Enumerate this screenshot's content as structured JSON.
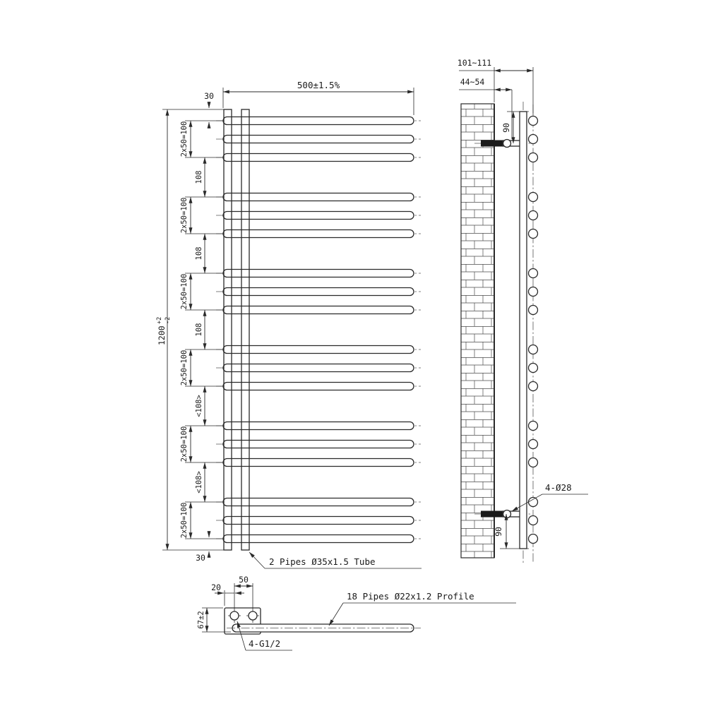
{
  "colors": {
    "line": "#2a2a2a",
    "background": "#ffffff"
  },
  "front_view": {
    "overall_width": "500±1.5%",
    "overall_height": "1200",
    "height_tol_plus": "+2",
    "height_tol_minus": "-2",
    "offset_top": "30",
    "offset_bottom": "30",
    "group_pitch": "2x50=100",
    "gap": "108",
    "gap_ref": "<108>",
    "tube_note": "2 Pipes Ø35x1.5 Tube"
  },
  "side_view": {
    "wall_to_pipe": "101~111",
    "wall_to_bracket": "44~54",
    "bracket_top_offset": "90",
    "bracket_bottom_offset": "90",
    "hole_note": "4-Ø28"
  },
  "plan_view": {
    "edge_offset": "20",
    "inlet_pitch": "50",
    "depth": "67±2",
    "inlet_note": "4-G1/2",
    "pipe_note": "18 Pipes Ø22x1.2 Profile"
  }
}
